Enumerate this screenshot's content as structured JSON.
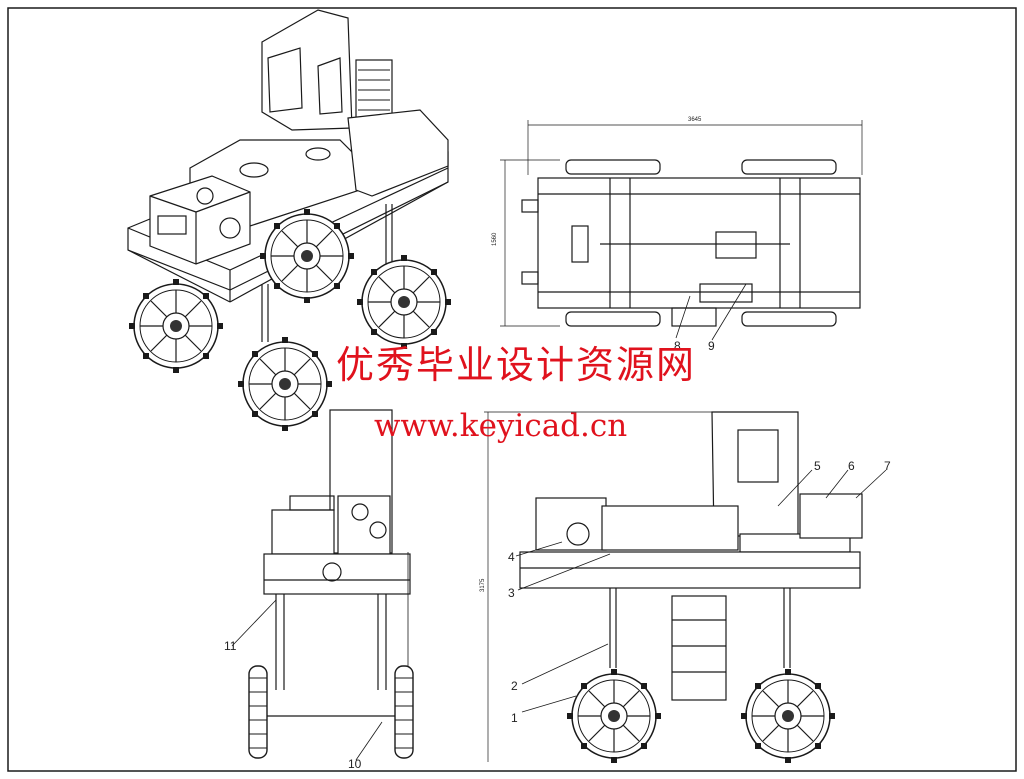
{
  "watermark": {
    "cn_text": "优秀毕业设计资源网",
    "url_text": "www.keyicad.cn",
    "color": "#e0121d"
  },
  "top_view": {
    "length_dim": "3645",
    "width_dim": "1560",
    "part_labels": [
      "8",
      "9"
    ]
  },
  "front_view": {
    "part_labels": [
      "11",
      "10"
    ]
  },
  "side_view": {
    "height_dim": "3175",
    "part_labels": [
      "1",
      "2",
      "3",
      "4",
      "5",
      "6",
      "7"
    ]
  },
  "line_color": "#1a1a1a"
}
